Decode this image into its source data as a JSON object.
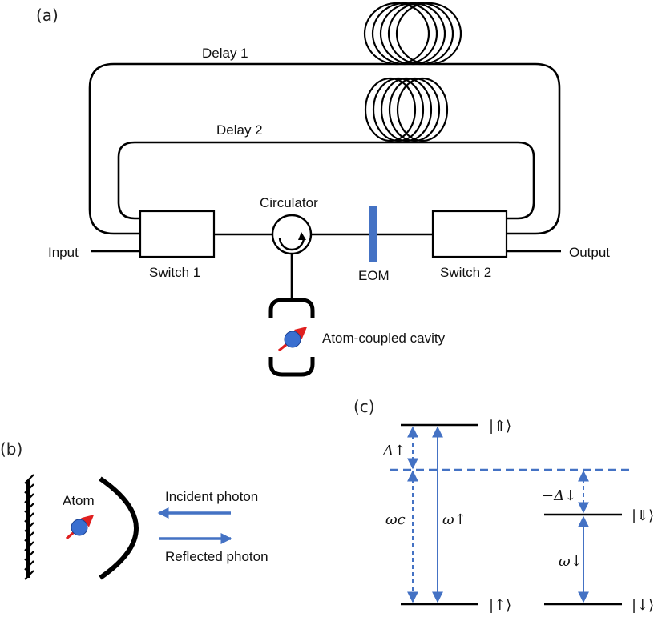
{
  "panels": {
    "a": "(a)",
    "b": "(b)",
    "c": "(c)"
  },
  "panel_a": {
    "delay1": "Delay 1",
    "delay2": "Delay 2",
    "circulator": "Circulator",
    "input": "Input",
    "output": "Output",
    "switch1": "Switch 1",
    "switch2": "Switch 2",
    "eom": "EOM",
    "cavity": "Atom-coupled cavity"
  },
  "panel_b": {
    "atom": "Atom",
    "incident": "Incident photon",
    "reflected": "Reflected photon"
  },
  "panel_c": {
    "ket_up_excited": "|⇑⟩",
    "ket_up": "|↑⟩",
    "ket_down_excited": "|⇓⟩",
    "ket_down": "|↓⟩",
    "delta_up": "Δ↑",
    "minus_delta_down": "−Δ↓",
    "omega_c": "ωc",
    "omega_up": "ω↑",
    "omega_down": "ω↓"
  },
  "colors": {
    "line": "#000000",
    "accent_blue": "#4472c4",
    "atom_fill": "#3a6fd0",
    "spin_red": "#e02020"
  }
}
